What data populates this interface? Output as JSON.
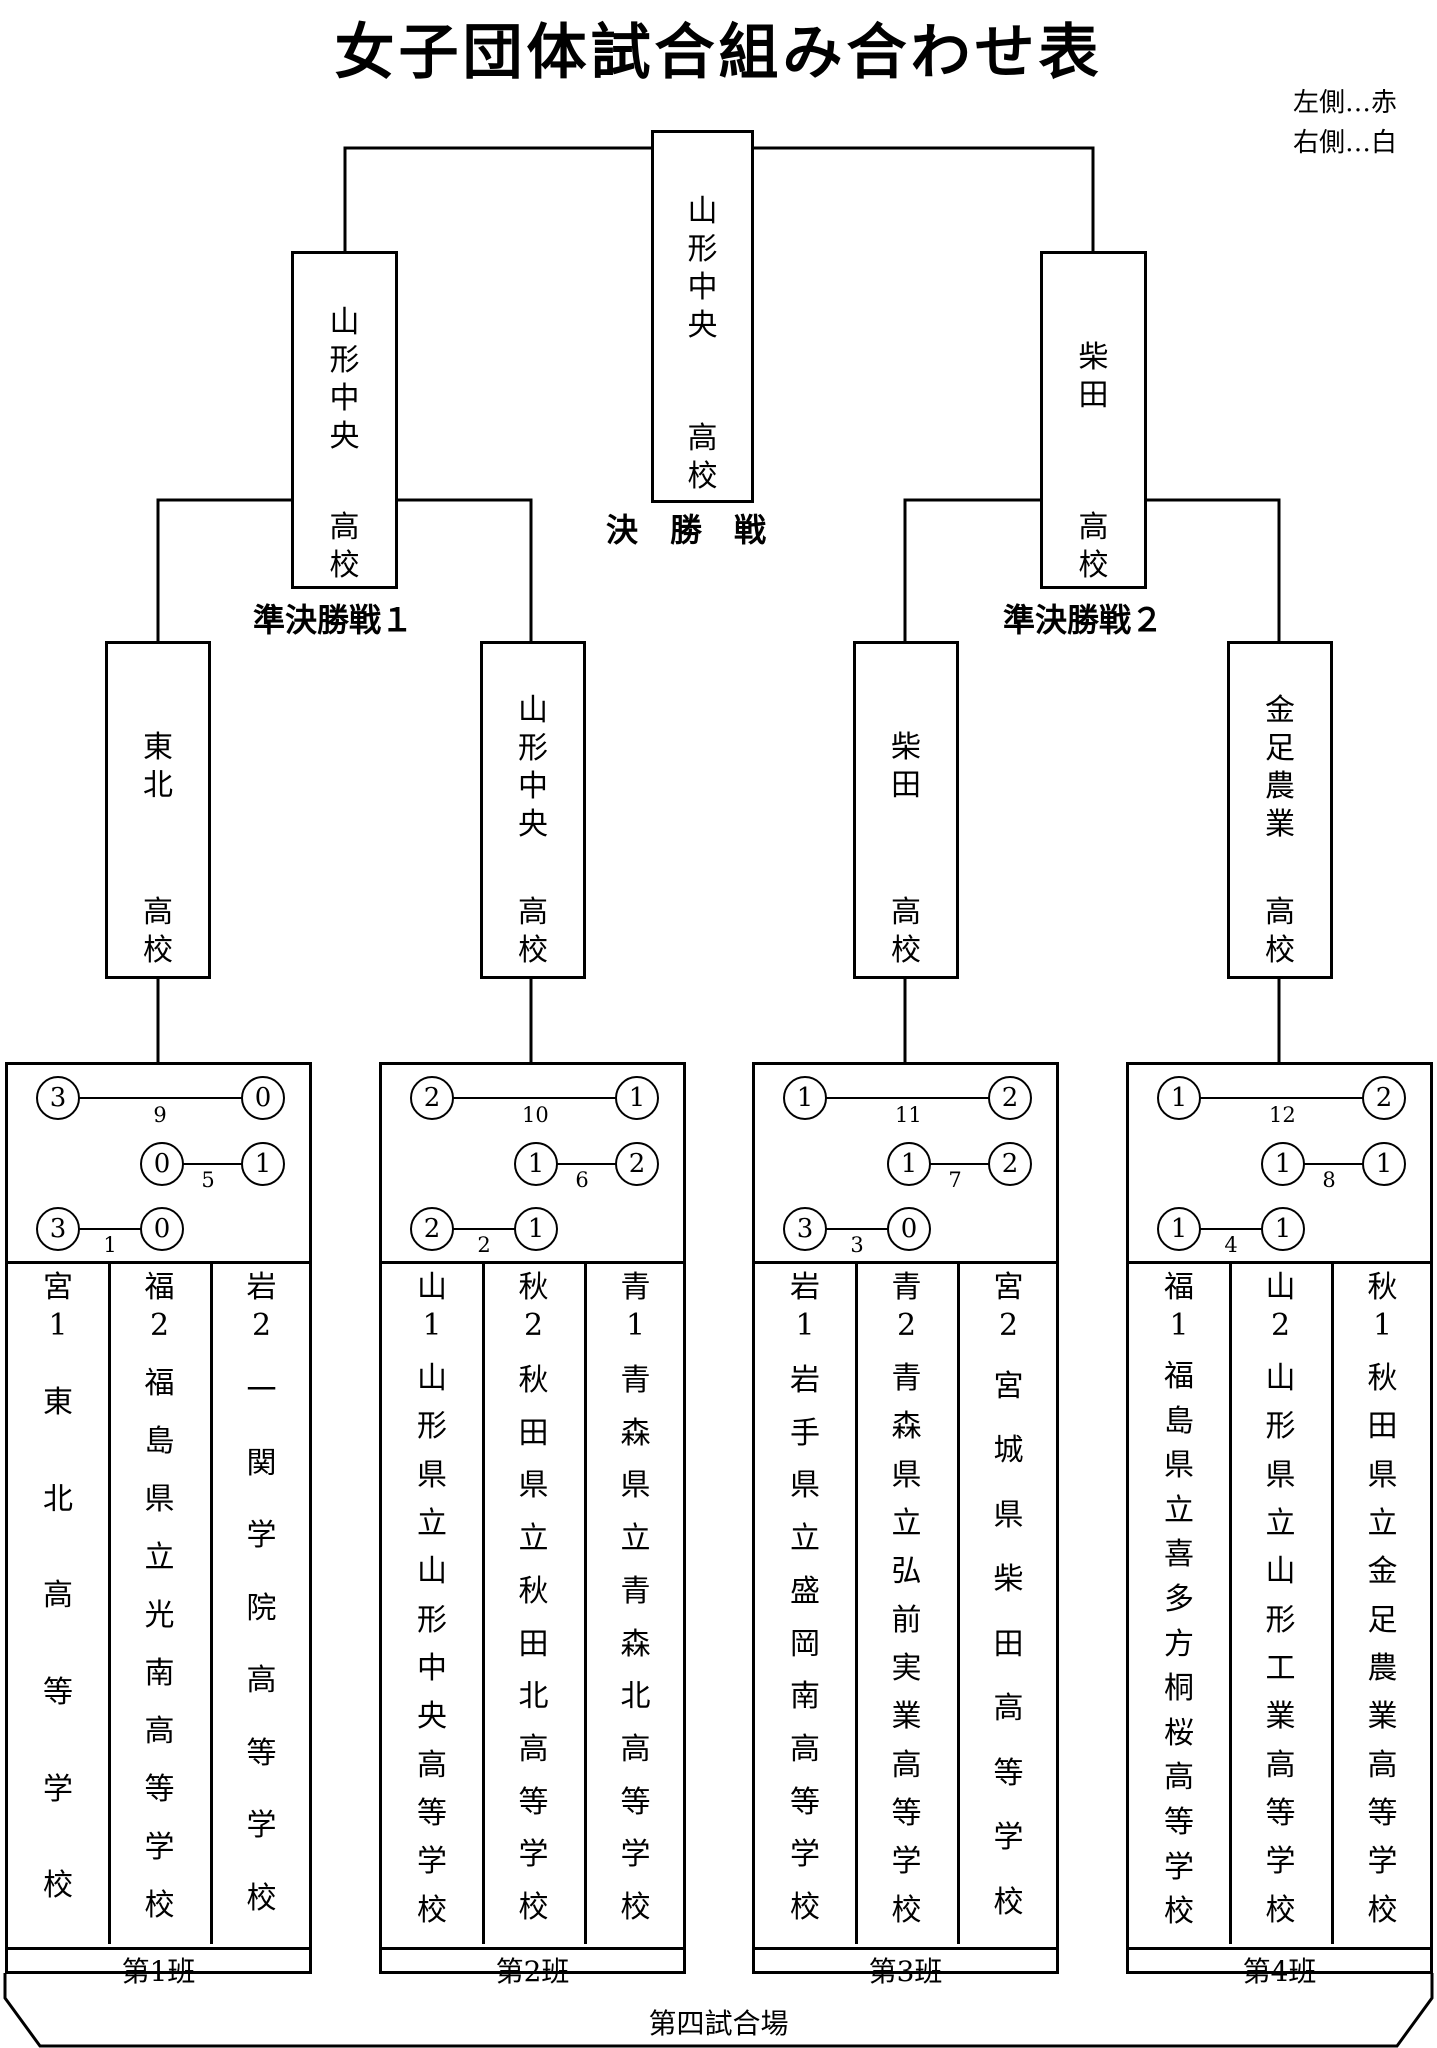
{
  "title": "女子団体試合組み合わせ表",
  "legend": {
    "left": "左側…赤",
    "right": "右側…白"
  },
  "rounds": {
    "final": "決　勝　戦",
    "semi1": "準決勝戦１",
    "semi2": "準決勝戦２"
  },
  "winners": {
    "final": {
      "name": "山形中央",
      "suffix": "高校"
    },
    "semi1": {
      "name": "山形中央",
      "suffix": "高校"
    },
    "semi2": {
      "name": "柴田",
      "suffix": "高校"
    },
    "pool1": {
      "name": "東北",
      "suffix": "高校"
    },
    "pool2": {
      "name": "山形中央",
      "suffix": "高校"
    },
    "pool3": {
      "name": "柴田",
      "suffix": "高校"
    },
    "pool4": {
      "name": "金足農業",
      "suffix": "高校"
    }
  },
  "pools": [
    {
      "name": "第1班",
      "matches": [
        {
          "num": "9",
          "left": "3",
          "right": "0"
        },
        {
          "num": "5",
          "left": "0",
          "right": "1"
        },
        {
          "num": "1",
          "left": "3",
          "right": "0"
        }
      ],
      "schools": [
        {
          "seed": "宮1",
          "name": "東北高等学校"
        },
        {
          "seed": "福2",
          "name": "福島県立光南高等学校"
        },
        {
          "seed": "岩2",
          "name": "一関学院高等学校"
        }
      ]
    },
    {
      "name": "第2班",
      "matches": [
        {
          "num": "10",
          "left": "2",
          "right": "1"
        },
        {
          "num": "6",
          "left": "1",
          "right": "2"
        },
        {
          "num": "2",
          "left": "2",
          "right": "1"
        }
      ],
      "schools": [
        {
          "seed": "山1",
          "name": "山形県立山形中央高等学校"
        },
        {
          "seed": "秋2",
          "name": "秋田県立秋田北高等学校"
        },
        {
          "seed": "青1",
          "name": "青森県立青森北高等学校"
        }
      ]
    },
    {
      "name": "第3班",
      "matches": [
        {
          "num": "11",
          "left": "1",
          "right": "2"
        },
        {
          "num": "7",
          "left": "1",
          "right": "2"
        },
        {
          "num": "3",
          "left": "3",
          "right": "0"
        }
      ],
      "schools": [
        {
          "seed": "岩1",
          "name": "岩手県立盛岡南高等学校"
        },
        {
          "seed": "青2",
          "name": "青森県立弘前実業高等学校"
        },
        {
          "seed": "宮2",
          "name": "宮城県柴田高等学校"
        }
      ]
    },
    {
      "name": "第4班",
      "matches": [
        {
          "num": "12",
          "left": "1",
          "right": "2"
        },
        {
          "num": "8",
          "left": "1",
          "right": "1"
        },
        {
          "num": "4",
          "left": "1",
          "right": "1"
        }
      ],
      "schools": [
        {
          "seed": "福1",
          "name": "福島県立喜多方桐桜高等学校"
        },
        {
          "seed": "山2",
          "name": "山形県立山形工業高等学校"
        },
        {
          "seed": "秋1",
          "name": "秋田県立金足農業高等学校"
        }
      ]
    }
  ],
  "venue": "第四試合場"
}
